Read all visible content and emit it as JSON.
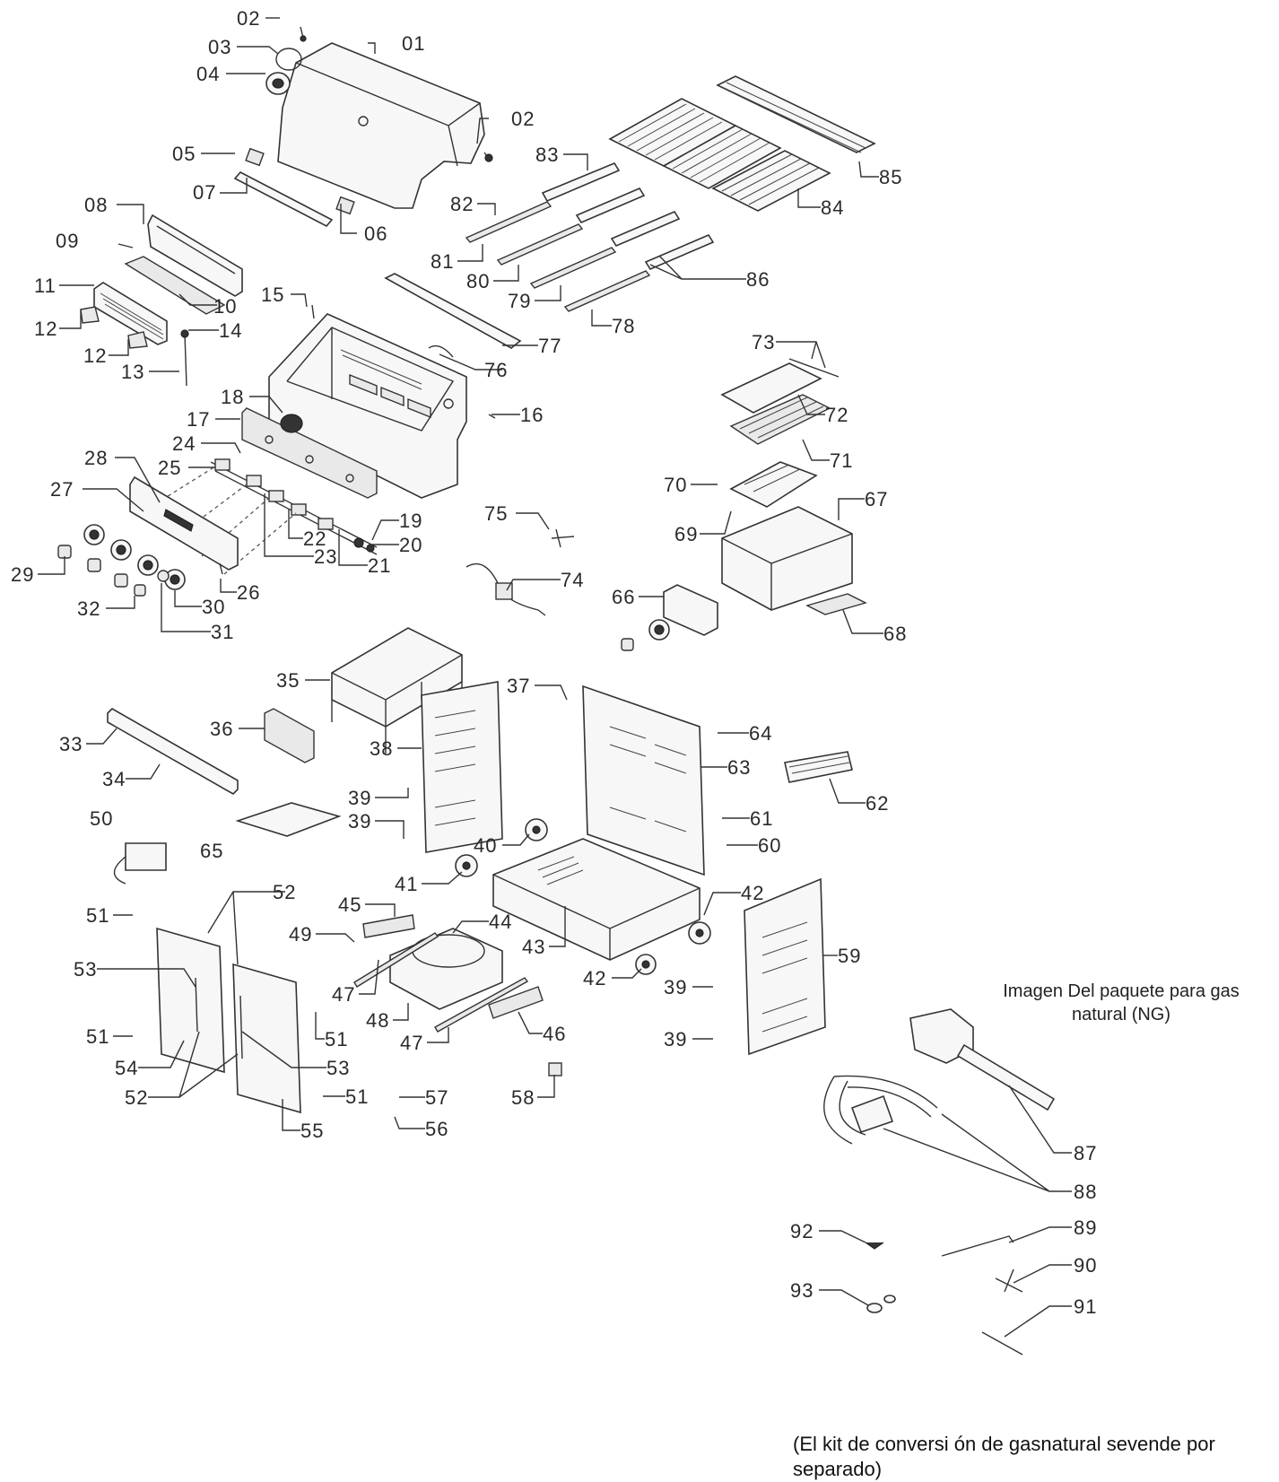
{
  "diagram": {
    "ng_kit_title": "Imagen Del paquete para gas natural (NG)",
    "conversion_note": "(El kit de conversi ón de gasnatural sevende por separado)",
    "part_labels": [
      "01",
      "02",
      "02",
      "03",
      "04",
      "05",
      "06",
      "07",
      "08",
      "09",
      "10",
      "11",
      "12",
      "12",
      "13",
      "14",
      "15",
      "16",
      "17",
      "18",
      "19",
      "20",
      "21",
      "22",
      "23",
      "24",
      "25",
      "26",
      "27",
      "28",
      "29",
      "30",
      "31",
      "32",
      "33",
      "34",
      "35",
      "36",
      "37",
      "38",
      "39",
      "39",
      "39",
      "39",
      "40",
      "41",
      "42",
      "42",
      "43",
      "44",
      "45",
      "46",
      "47",
      "47",
      "48",
      "49",
      "50",
      "51",
      "51",
      "51",
      "51",
      "52",
      "52",
      "53",
      "53",
      "54",
      "55",
      "56",
      "57",
      "58",
      "59",
      "60",
      "61",
      "62",
      "63",
      "64",
      "65",
      "66",
      "67",
      "68",
      "69",
      "70",
      "71",
      "72",
      "73",
      "74",
      "75",
      "76",
      "77",
      "78",
      "79",
      "80",
      "81",
      "82",
      "83",
      "84",
      "85",
      "86",
      "87",
      "88",
      "89",
      "90",
      "91",
      "92",
      "93"
    ]
  }
}
